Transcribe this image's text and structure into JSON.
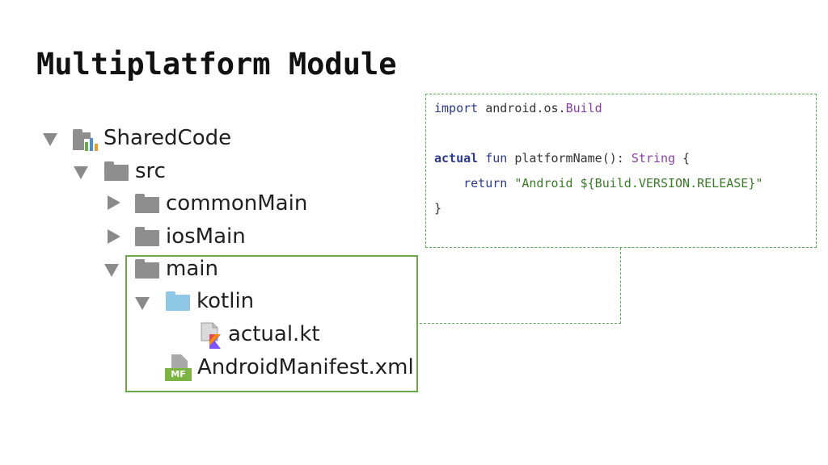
{
  "slide": {
    "title": "Multiplatform Module"
  },
  "tree": {
    "items": [
      {
        "label": "SharedCode",
        "icon": "module-icon",
        "expanded": true
      },
      {
        "label": "src",
        "icon": "folder-icon",
        "expanded": true
      },
      {
        "label": "commonMain",
        "icon": "folder-icon",
        "expanded": false
      },
      {
        "label": "iosMain",
        "icon": "folder-icon",
        "expanded": false
      },
      {
        "label": "main",
        "icon": "folder-icon",
        "expanded": true
      },
      {
        "label": "kotlin",
        "icon": "source-folder-icon",
        "expanded": true
      },
      {
        "label": "actual.kt",
        "icon": "kotlin-file-icon"
      },
      {
        "label": "AndroidManifest.xml",
        "icon": "manifest-file-icon",
        "badge": "MF"
      }
    ]
  },
  "code": {
    "line1": {
      "kw": "import",
      "rest": " android.os.",
      "cls": "Build"
    },
    "line3": {
      "kw1": "actual",
      "kw2": " fun",
      "mid": " platformName(): ",
      "type": "String",
      "end": " {"
    },
    "line4": {
      "indent": "    ",
      "kw": "return",
      "space": " ",
      "str": "\"Android ${Build.VERSION.RELEASE}\""
    },
    "line5": "}"
  },
  "colors": {
    "highlight_border": "#6aaa48",
    "code_border": "#5aa85a",
    "keyword": "#2b3a8c",
    "class_name": "#8a3fa8",
    "string": "#3a7a28"
  }
}
